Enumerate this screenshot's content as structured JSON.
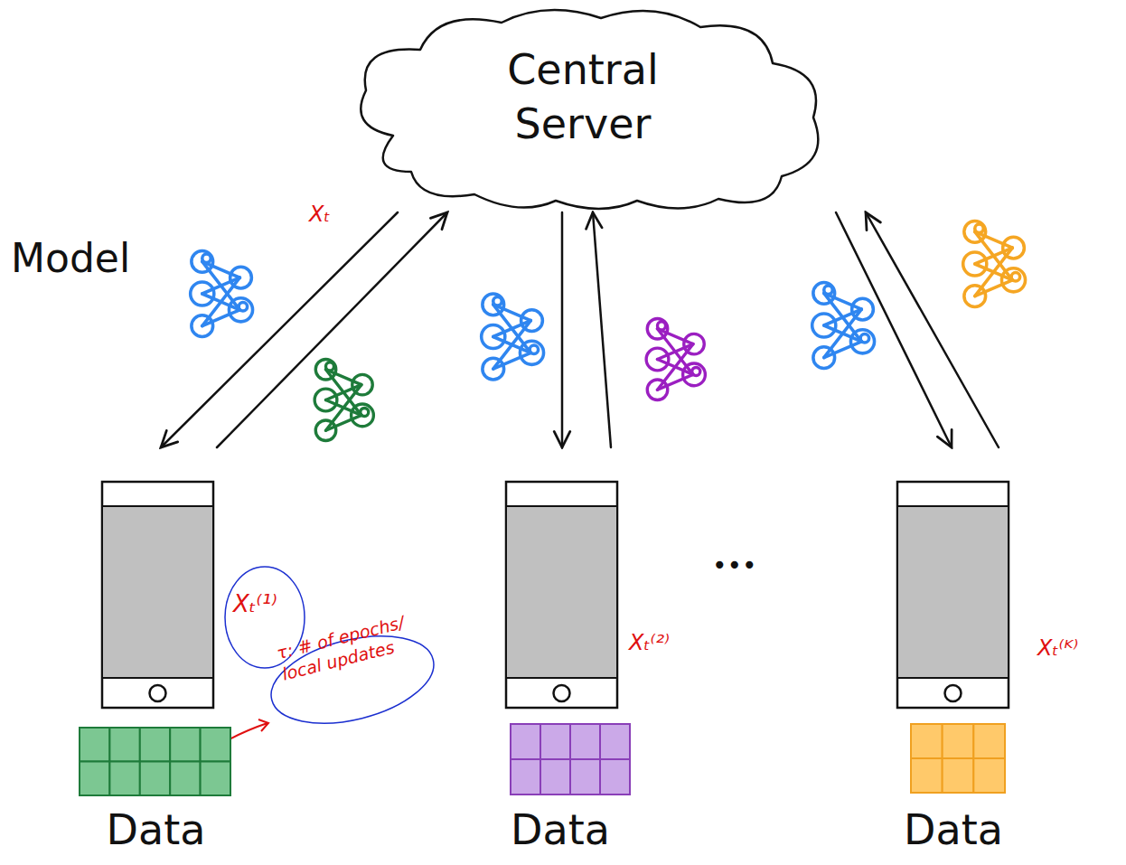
{
  "diagram": {
    "nodes": [
      {
        "text": [
          "Central Server"
        ]
      },
      {
        "text": [
          "Data"
        ]
      },
      {
        "text": [
          "Data"
        ]
      },
      {
        "text": [
          "Data"
        ]
      }
    ],
    "edges": [
      {
        "from": 0,
        "to": 1,
        "arrow": "to"
      },
      {
        "from": 1,
        "to": 0,
        "arrow": "to"
      },
      {
        "from": 0,
        "to": 2,
        "arrow": "to"
      },
      {
        "from": 2,
        "to": 0,
        "arrow": "to"
      },
      {
        "from": 0,
        "to": 3,
        "arrow": "to"
      },
      {
        "from": 3,
        "to": 0,
        "arrow": "to"
      }
    ],
    "labels": [
      "Model",
      "Xₜ",
      "Xₜ⁽¹⁾",
      "τ: # of epochs/ local updates",
      "Xₜ⁽²⁾",
      "•••",
      "Xₜ⁽ᴷ⁾"
    ]
  }
}
